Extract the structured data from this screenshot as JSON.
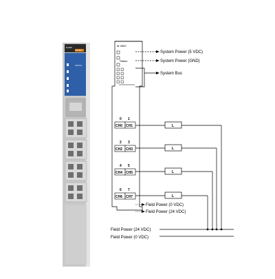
{
  "photo": {
    "model_label": "M-2800",
    "accent_label": "24 VDC",
    "status_label": "STATUS",
    "colors": {
      "housing": "#c9c9c9",
      "head_blue": "#2e5fa8",
      "accent_orange": "#d97c1a",
      "terminal": "#d9d9d9"
    }
  },
  "diagram": {
    "module_title": "M-2800",
    "status_label": "Status",
    "system_labels": {
      "system_power_5v": "System Power (5 VDC)",
      "system_power_gnd": "System Power (GND)",
      "system_bus": "System Bus"
    },
    "channels": [
      {
        "left_num": "0",
        "right_num": "1",
        "left": "CH0",
        "right": "CH1",
        "load": "L"
      },
      {
        "left_num": "2",
        "right_num": "3",
        "left": "CH2",
        "right": "CH3",
        "load": "L"
      },
      {
        "left_num": "4",
        "right_num": "5",
        "left": "CH4",
        "right": "CH5",
        "load": "L"
      },
      {
        "left_num": "6",
        "right_num": "7",
        "left": "CH6",
        "right": "CH7",
        "load": "L"
      }
    ],
    "field_labels": {
      "field_power_0v": "Field Power (0 VDC)",
      "field_power_24v": "Field Power (24 VDC)",
      "bus_24v": "Field Power (24 VDC)",
      "bus_0v": "Field Power (0 VDC)"
    }
  }
}
